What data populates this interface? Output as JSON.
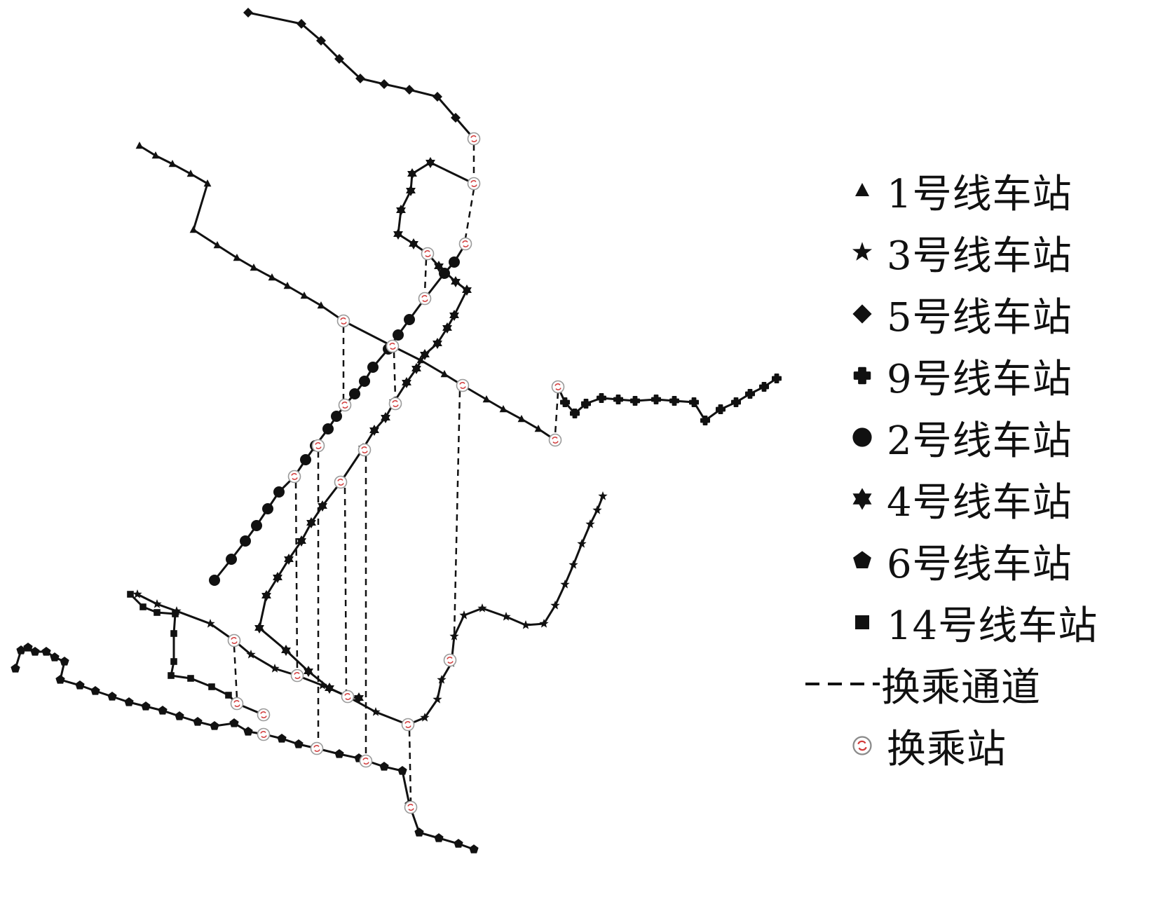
{
  "legend": {
    "items": [
      {
        "key": "l1",
        "symbol": "triangle",
        "label": "1号线车站"
      },
      {
        "key": "l3",
        "symbol": "star",
        "label": "3号线车站"
      },
      {
        "key": "l5",
        "symbol": "diamond",
        "label": "5号线车站"
      },
      {
        "key": "l9",
        "symbol": "cross-round",
        "label": "9号线车站"
      },
      {
        "key": "l2",
        "symbol": "circle",
        "label": "2号线车站"
      },
      {
        "key": "l4",
        "symbol": "hexagram",
        "label": "4号线车站"
      },
      {
        "key": "l6",
        "symbol": "pentagon",
        "label": "6号线车站"
      },
      {
        "key": "l14",
        "symbol": "square",
        "label": "14号线车站"
      }
    ],
    "transfer_path_label": "换乘通道",
    "transfer_station_label": "换乘站"
  },
  "colors": {
    "line": "#111111",
    "transfer_ring": "#9a9a9a",
    "transfer_mark": "#d23a3a"
  }
}
